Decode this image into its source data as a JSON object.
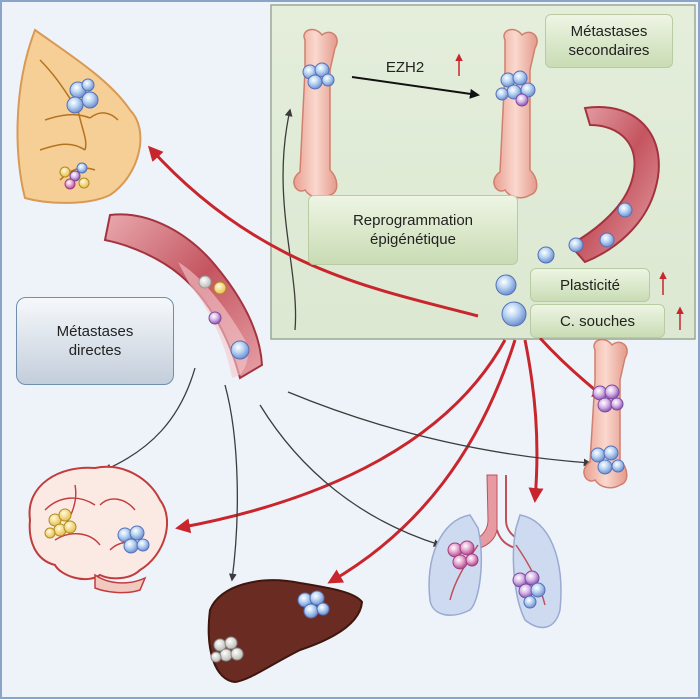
{
  "labels": {
    "secondary": "Métastases\nsecondaires",
    "ezh2": "EZH2",
    "reprog": "Reprogrammation\népigénétique",
    "plasticite": "Plasticité",
    "souches": "C. souches",
    "directes": "Métastases\ndirectes"
  },
  "colors": {
    "primary_arrow": "#c8262c",
    "secondary_arrow": "#444444",
    "cell": "#9ec3ec",
    "bone": "#efb7a9",
    "vessel": "#c9606a"
  }
}
